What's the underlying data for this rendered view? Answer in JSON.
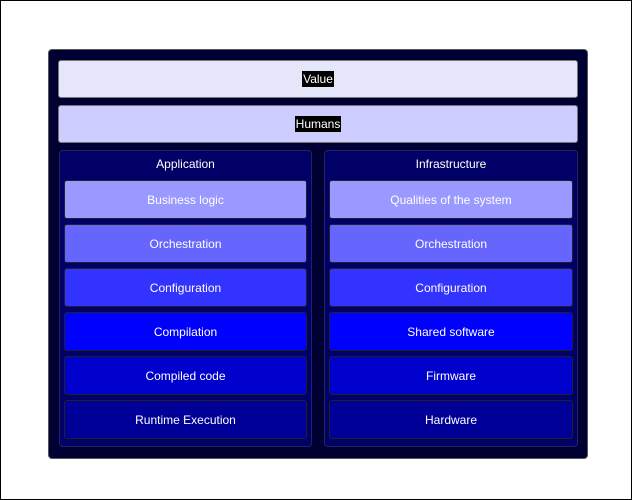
{
  "top_bands": [
    {
      "label": "Value",
      "color": "#e6e6fa"
    },
    {
      "label": "Humans",
      "color": "#ccccff"
    }
  ],
  "columns": [
    {
      "title": "Application",
      "items": [
        {
          "label": "Business logic",
          "color": "#9999ff"
        },
        {
          "label": "Orchestration",
          "color": "#6666ff"
        },
        {
          "label": "Configuration",
          "color": "#3333ff"
        },
        {
          "label": "Compilation",
          "color": "#0000ff"
        },
        {
          "label": "Compiled code",
          "color": "#0000cc"
        },
        {
          "label": "Runtime Execution",
          "color": "#000099"
        }
      ]
    },
    {
      "title": "Infrastructure",
      "items": [
        {
          "label": "Qualities of the system",
          "color": "#9999ff"
        },
        {
          "label": "Orchestration",
          "color": "#6666ff"
        },
        {
          "label": "Configuration",
          "color": "#3333ff"
        },
        {
          "label": "Shared software",
          "color": "#0000ff"
        },
        {
          "label": "Firmware",
          "color": "#0000cc"
        },
        {
          "label": "Hardware",
          "color": "#000099"
        }
      ]
    }
  ]
}
